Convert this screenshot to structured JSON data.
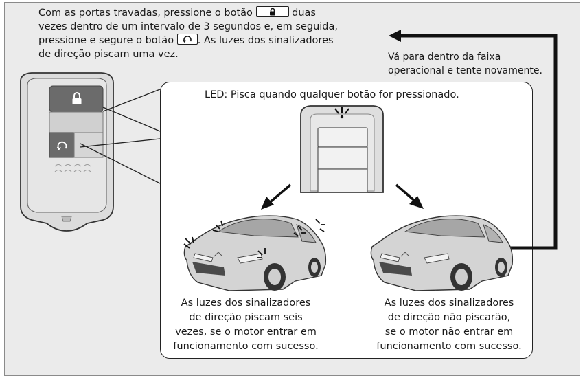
{
  "instruction": {
    "line1_before": "Com as portas travadas, pressione o botão",
    "line1_after": "duas",
    "line2": "vezes dentro de um intervalo de 3 segundos e, em seguida,",
    "line3_before": "pressione e segure o botão",
    "line3_after": ". As luzes dos sinalizadores",
    "line4": "de direção piscam uma vez."
  },
  "retry_note": {
    "line1": "Vá para dentro da faixa",
    "line2": "operacional e tente novamente."
  },
  "led_label": "LED: Pisca quando qualquer botão for pressionado.",
  "success_caption": {
    "line1": "As luzes dos sinalizadores",
    "line2": "de direção piscam seis",
    "line3": "vezes, se o motor entrar em",
    "line4": "funcionamento com sucesso."
  },
  "failure_caption": {
    "line1": "As luzes dos sinalizadores",
    "line2": "de direção não piscarão,",
    "line3": "se o motor não entrar em",
    "line4": "funcionamento com sucesso."
  },
  "icons": {
    "lock_button": "padlock-icon",
    "start_button": "remote-start-icon"
  },
  "colors": {
    "panel_background": "#ebebeb",
    "callout_background": "#ffffff",
    "line": "#1a1a1a"
  }
}
